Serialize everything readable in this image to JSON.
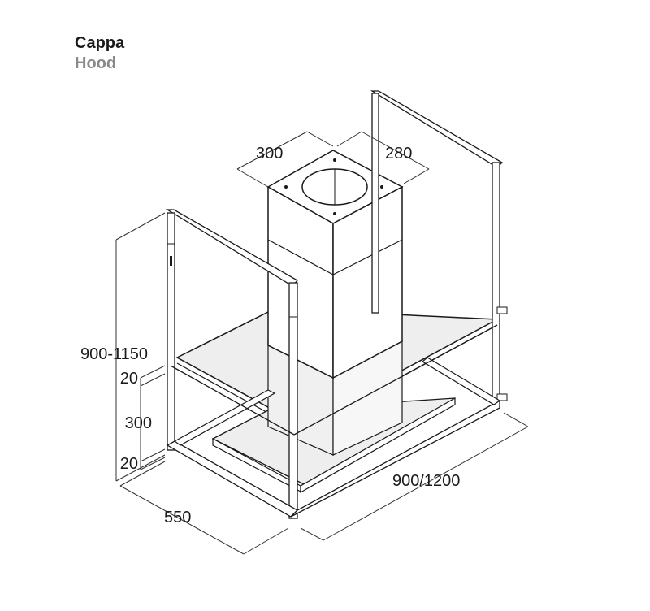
{
  "header": {
    "title": "Cappa",
    "subtitle": "Hood"
  },
  "dimensions": {
    "chimney_width": "300",
    "chimney_depth": "280",
    "height_range": "900-1150",
    "top_offset": "20",
    "frame_height": "300",
    "bottom_offset": "20",
    "depth": "550",
    "width_range": "900/1200"
  },
  "colors": {
    "line": "#1a1a1a",
    "dimension_line": "#333333",
    "glass": "#d9d9d9",
    "chimney_face": "#ffffff"
  }
}
